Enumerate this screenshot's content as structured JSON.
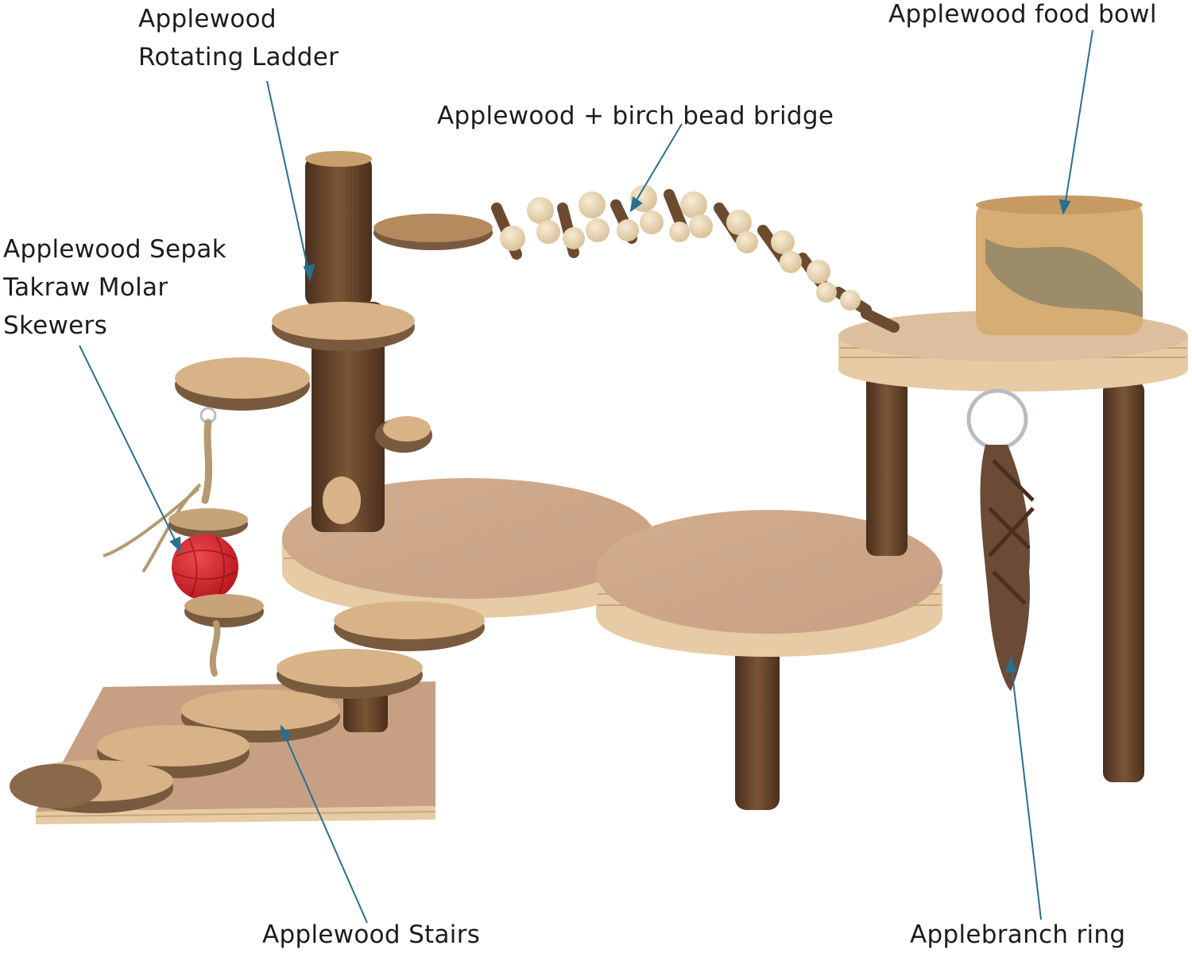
{
  "labels": {
    "ladder": {
      "line1": "Applewood",
      "line2": "Rotating Ladder"
    },
    "bridge": {
      "text": "Applewood + birch bead bridge"
    },
    "bowl": {
      "text": "Applewood food bowl"
    },
    "sepak": {
      "line1": "Applewood Sepak",
      "line2": "Takraw Molar",
      "line3": "Skewers"
    },
    "stairs": {
      "text": "Applewood Stairs"
    },
    "ring": {
      "text": "Applebranch ring"
    }
  },
  "colors": {
    "background": "#ffffff",
    "text": "#1c1c1c",
    "leader_line": "#2a6f8f",
    "plywood_top": "#d9b89a",
    "plywood_edge": "#e8cfa8",
    "bark": "#6b4a30",
    "bark_dark": "#4a2f1e",
    "wood_slice": "#d8b387",
    "bead": "#ead7b5",
    "ball_red": "#d9232a",
    "ring_metal": "#b9bcc0"
  }
}
